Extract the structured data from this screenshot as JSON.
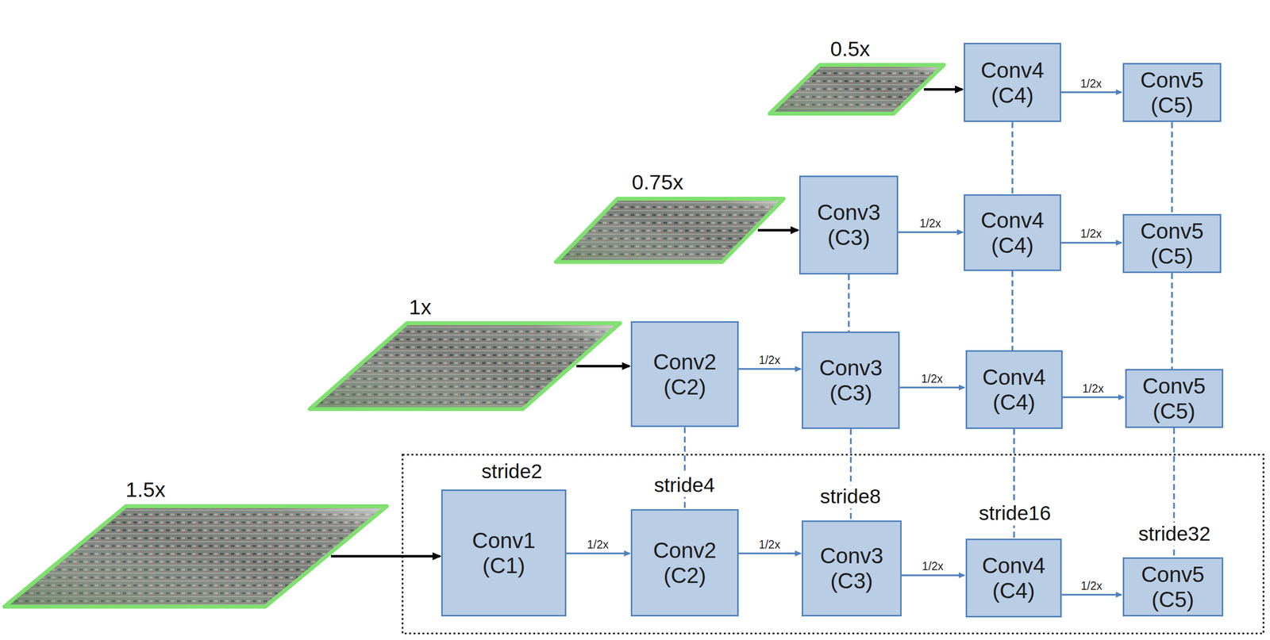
{
  "diagram": {
    "nodes": [
      {
        "text": [
          "0.5x"
        ]
      },
      {
        "text": [
          "Conv4 (C4)"
        ]
      },
      {
        "text": [
          "Conv5 (C5)"
        ]
      },
      {
        "text": [
          "0.75x"
        ]
      },
      {
        "text": [
          "Conv3 (C3)"
        ]
      },
      {
        "text": [
          "Conv4 (C4)"
        ]
      },
      {
        "text": [
          "Conv5 (C5)"
        ]
      },
      {
        "text": [
          "1x"
        ]
      },
      {
        "text": [
          "Conv2 (C2)"
        ]
      },
      {
        "text": [
          "Conv3 (C3)"
        ]
      },
      {
        "text": [
          "Conv4 (C4)"
        ]
      },
      {
        "text": [
          "Conv5 (C5)"
        ]
      },
      {
        "text": [
          "1.5x"
        ]
      },
      {
        "text": [
          "Conv1 (C1)"
        ]
      },
      {
        "text": [
          "Conv2 (C2)"
        ]
      },
      {
        "text": [
          "Conv3 (C3)"
        ]
      },
      {
        "text": [
          "Conv4 (C4)"
        ]
      },
      {
        "text": [
          "Conv5 (C5)"
        ]
      }
    ],
    "edges": [
      {
        "from": 0,
        "to": 1,
        "arrow": "to"
      },
      {
        "from": 1,
        "to": 2,
        "label": "1/2x",
        "arrow": "to"
      },
      {
        "from": 3,
        "to": 4,
        "arrow": "to"
      },
      {
        "from": 4,
        "to": 5,
        "label": "1/2x",
        "arrow": "to"
      },
      {
        "from": 5,
        "to": 6,
        "label": "1/2x",
        "arrow": "to"
      },
      {
        "from": 7,
        "to": 8,
        "arrow": "to"
      },
      {
        "from": 8,
        "to": 9,
        "label": "1/2x",
        "arrow": "to"
      },
      {
        "from": 9,
        "to": 10,
        "label": "1/2x",
        "arrow": "to"
      },
      {
        "from": 10,
        "to": 11,
        "label": "1/2x",
        "arrow": "to"
      },
      {
        "from": 12,
        "to": 13,
        "arrow": "to"
      },
      {
        "from": 13,
        "to": 14,
        "label": "1/2x",
        "arrow": "to"
      },
      {
        "from": 14,
        "to": 15,
        "label": "1/2x",
        "arrow": "to"
      },
      {
        "from": 15,
        "to": 16,
        "label": "1/2x",
        "arrow": "to"
      },
      {
        "from": 16,
        "to": 17,
        "label": "1/2x",
        "arrow": "to"
      },
      {
        "from": 1,
        "to": 5,
        "arrow": "none"
      },
      {
        "from": 2,
        "to": 6,
        "arrow": "none"
      },
      {
        "from": 4,
        "to": 9,
        "arrow": "none"
      },
      {
        "from": 5,
        "to": 10,
        "arrow": "none"
      },
      {
        "from": 6,
        "to": 11,
        "arrow": "none"
      },
      {
        "from": 8,
        "to": 14,
        "arrow": "none"
      },
      {
        "from": 9,
        "to": 15,
        "arrow": "none"
      },
      {
        "from": 10,
        "to": 16,
        "arrow": "none"
      },
      {
        "from": 11,
        "to": 17,
        "arrow": "none"
      }
    ],
    "labels": [
      "stride2",
      "stride4",
      "stride8",
      "stride16",
      "stride32"
    ]
  }
}
